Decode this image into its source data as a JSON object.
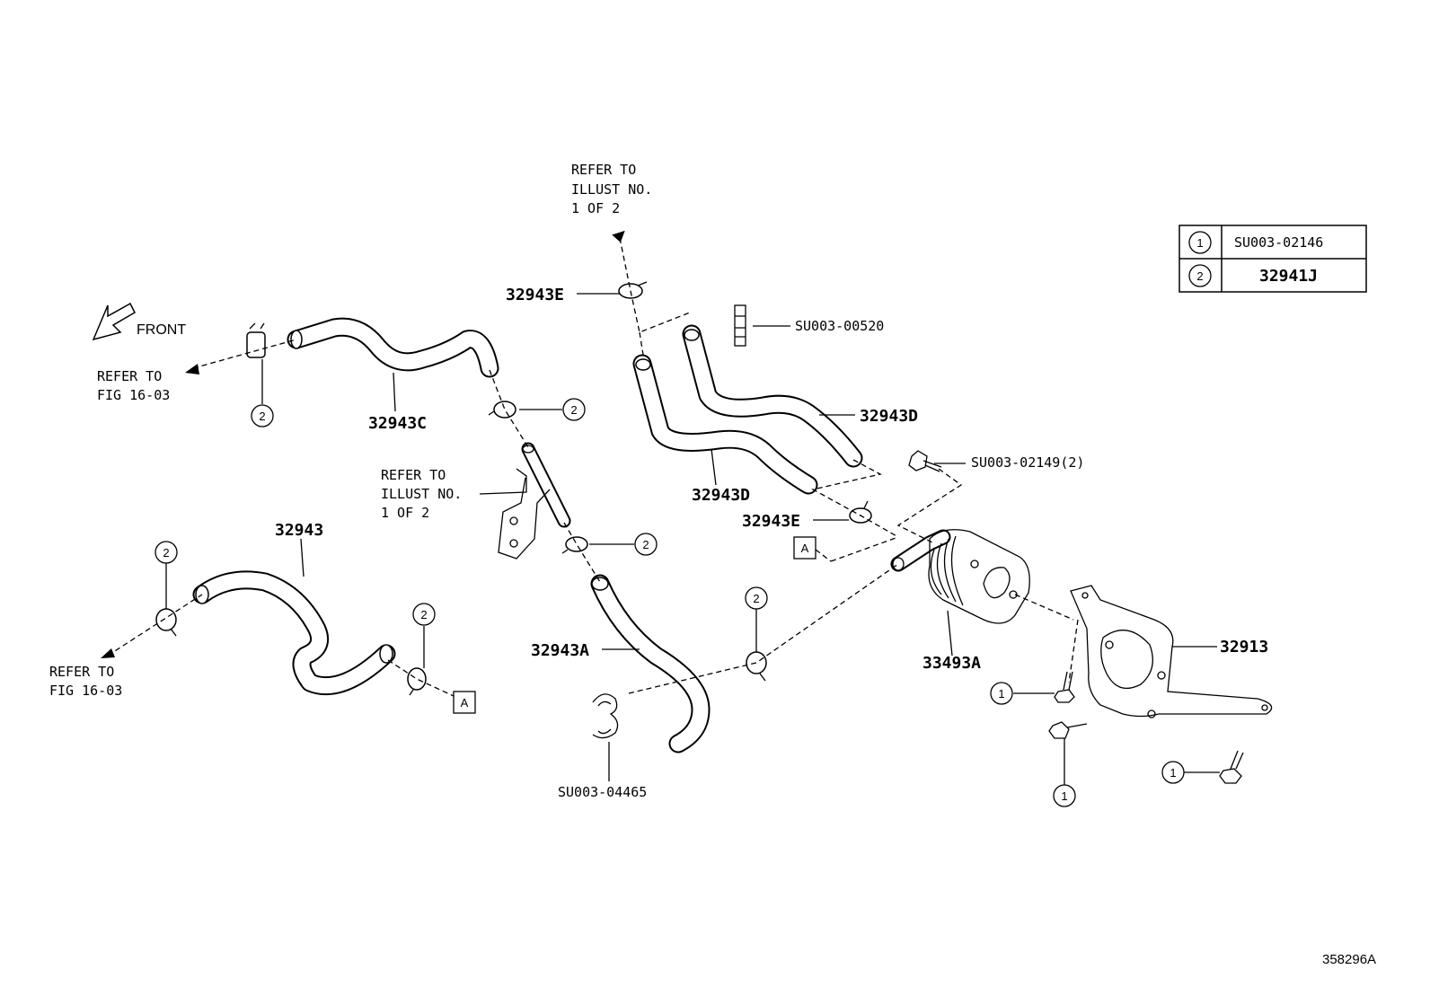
{
  "labels": {
    "front": "FRONT",
    "refer_illust_top": [
      "REFER TO",
      "ILLUST NO.",
      "1 OF 2"
    ],
    "refer_illust_mid": [
      "REFER TO",
      "ILLUST NO.",
      "1 OF 2"
    ],
    "refer_fig_upper": [
      "REFER TO",
      "FIG 16-03"
    ],
    "refer_fig_lower": [
      "REFER TO",
      "FIG 16-03"
    ],
    "p32943E_top": "32943E",
    "p32943E_mid": "32943E",
    "pSU003_00520": "SU003-00520",
    "p32943D_right": "32943D",
    "p32943D_left": "32943D",
    "p32943C": "32943C",
    "pSU003_02149": "SU003-02149(2)",
    "p32943": "32943",
    "p32943A": "32943A",
    "p33493A": "33493A",
    "p32913": "32913",
    "pSU003_04465": "SU003-04465",
    "ref_A": "A",
    "circle_1": "1",
    "circle_2": "2",
    "diagram_id": "358296A"
  },
  "legend": {
    "rows": [
      {
        "key": "1",
        "part": "SU003-02146"
      },
      {
        "key": "2",
        "part": "32941J"
      }
    ]
  }
}
